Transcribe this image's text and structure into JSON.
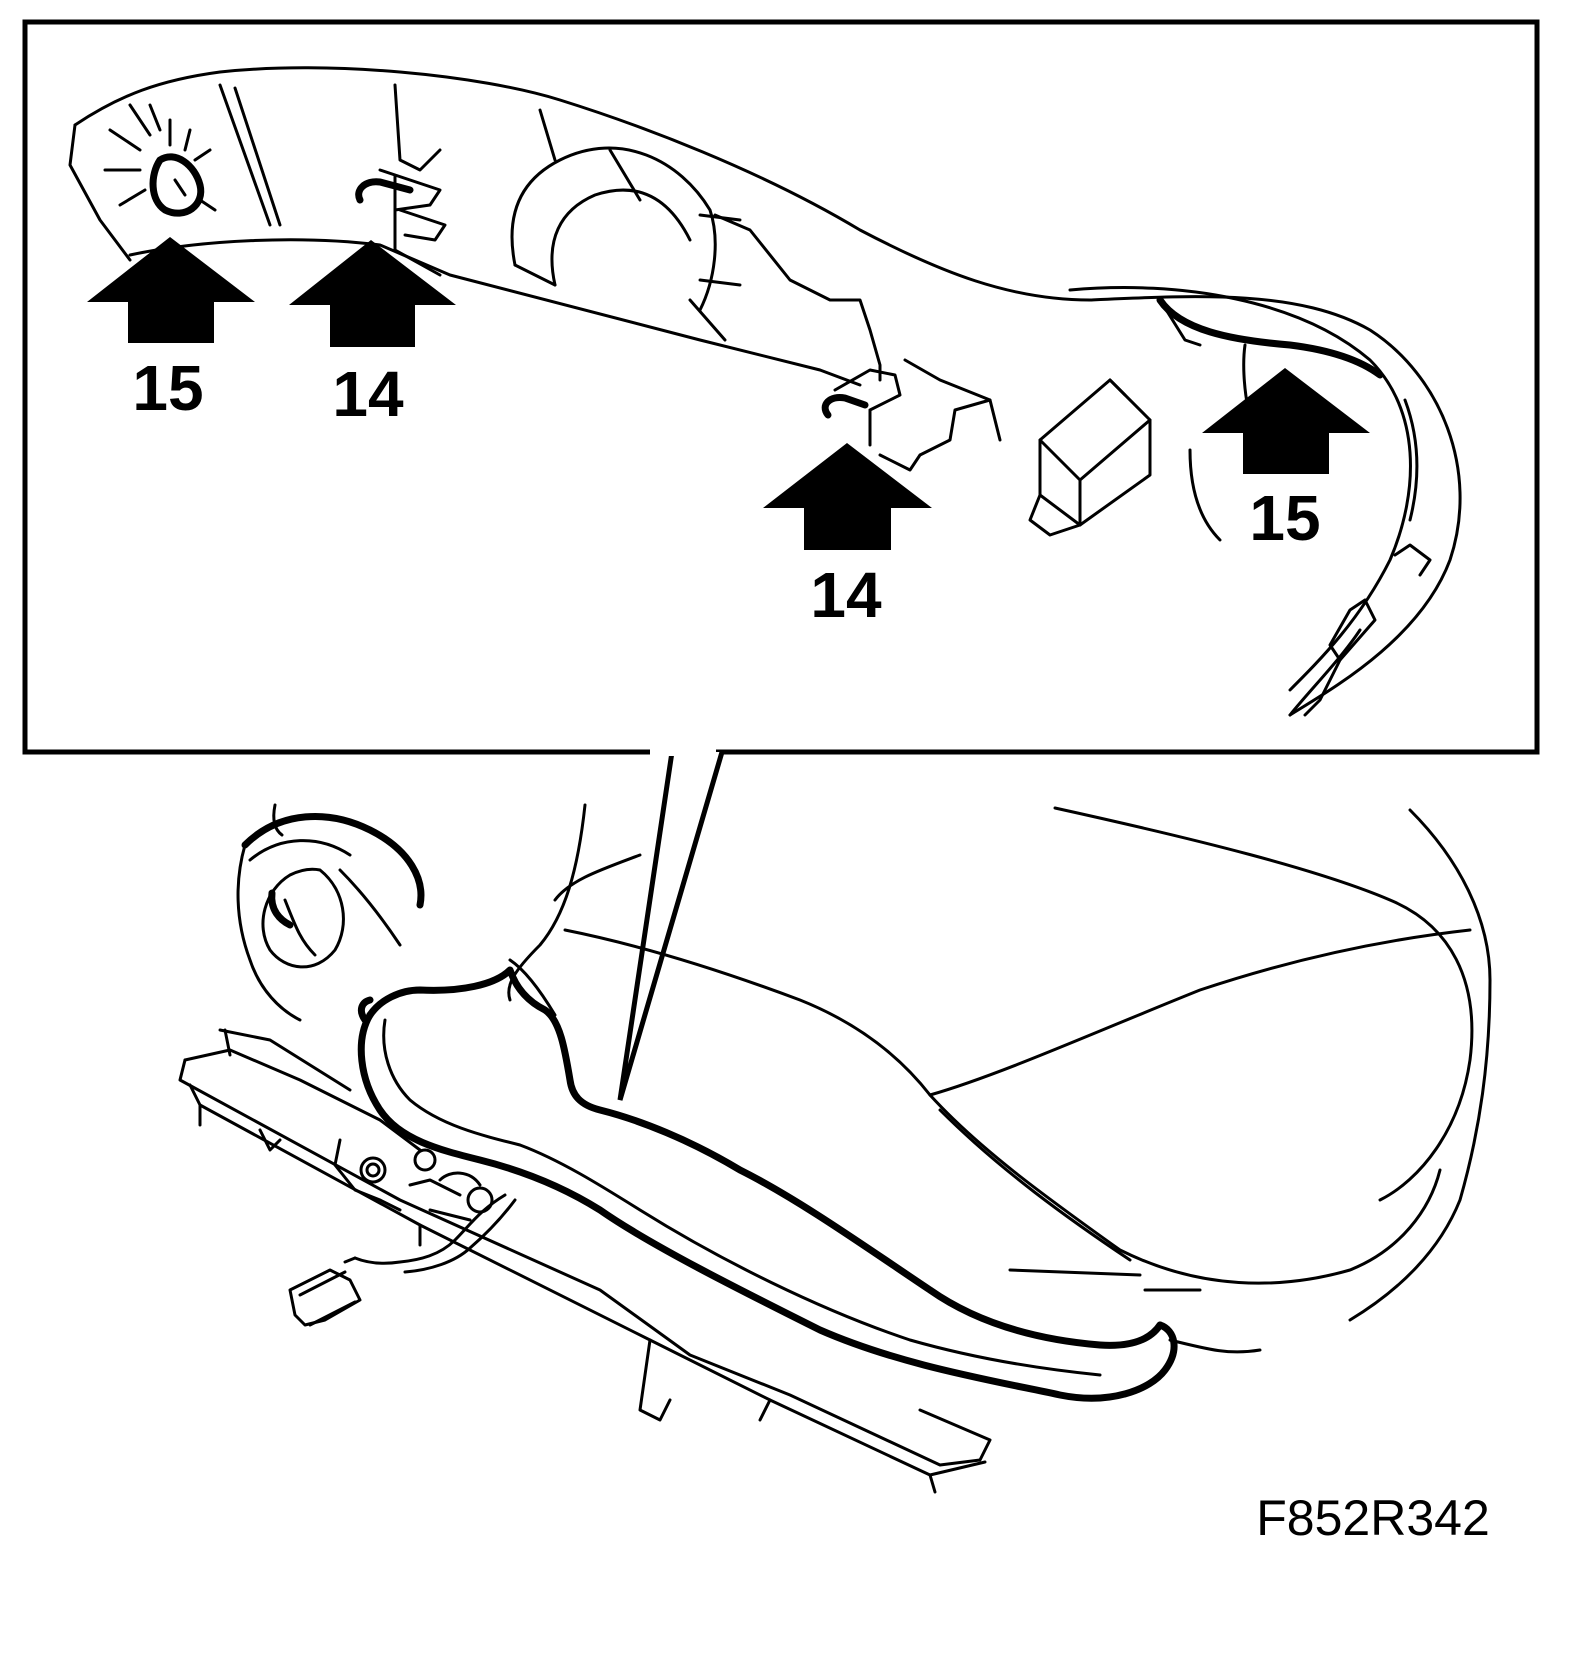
{
  "callouts": [
    {
      "id": "arrow-15-left",
      "label": "15"
    },
    {
      "id": "arrow-14-left",
      "label": "14"
    },
    {
      "id": "arrow-14-center",
      "label": "14"
    },
    {
      "id": "arrow-15-right",
      "label": "15"
    }
  ],
  "figure_id": "F852R342",
  "colors": {
    "ink": "#000000",
    "paper": "#ffffff"
  }
}
